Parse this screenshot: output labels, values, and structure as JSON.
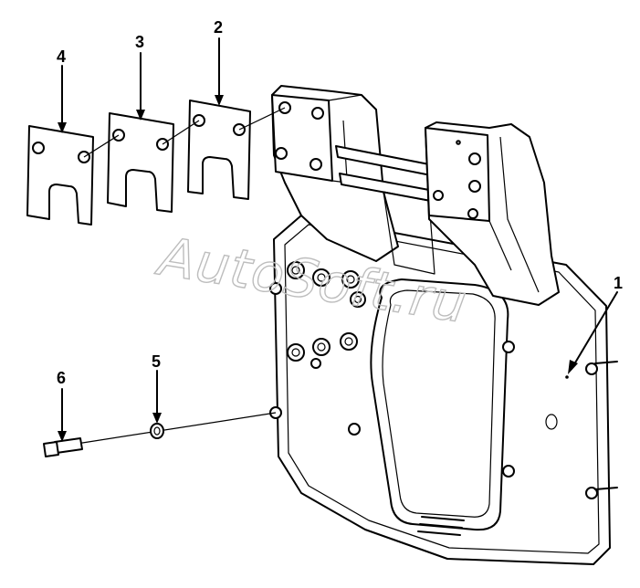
{
  "callouts": {
    "c1": "1",
    "c2": "2",
    "c3": "3",
    "c4": "4",
    "c5": "5",
    "c6": "6"
  },
  "watermark": "AutoSoft.ru",
  "colors": {
    "line": "#000000",
    "watermark": "#bdbdbd",
    "background": "#ffffff"
  }
}
